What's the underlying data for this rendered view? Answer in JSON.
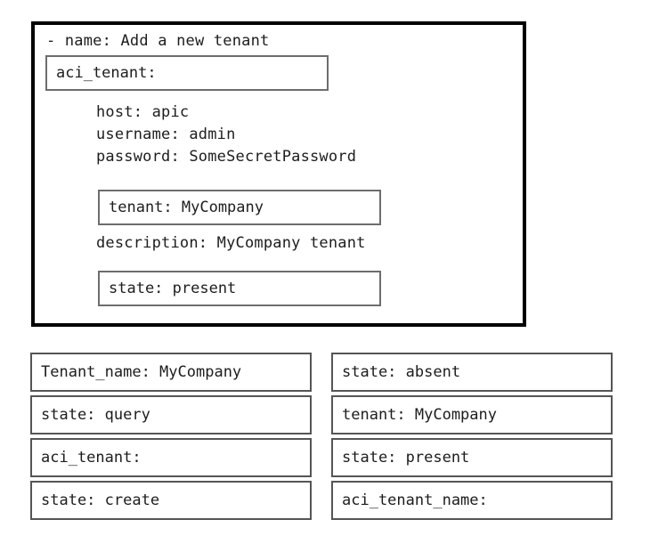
{
  "playbook": {
    "lines": [
      {
        "id": "name",
        "text": "- name: Add a new tenant"
      },
      {
        "id": "host",
        "text": "host: apic"
      },
      {
        "id": "username",
        "text": "username: admin"
      },
      {
        "id": "password",
        "text": "password: SomeSecretPassword"
      },
      {
        "id": "description",
        "text": "description: MyCompany tenant"
      }
    ],
    "drop_targets": [
      {
        "id": "module",
        "filled_text": "aci_tenant:"
      },
      {
        "id": "tenant",
        "filled_text": "tenant: MyCompany"
      },
      {
        "id": "state",
        "filled_text": "state: present"
      }
    ]
  },
  "options": {
    "left_column": [
      {
        "label": "Tenant_name: MyCompany"
      },
      {
        "label": "state: query"
      },
      {
        "label": "aci_tenant:"
      },
      {
        "label": "state: create"
      }
    ],
    "right_column": [
      {
        "label": "state: absent"
      },
      {
        "label": "tenant: MyCompany"
      },
      {
        "label": "state: present"
      },
      {
        "label": "aci_tenant_name:"
      }
    ]
  },
  "colors": {
    "panel_border": "#000000",
    "box_border": "#555555",
    "text": "#1d1d1d",
    "background": "#ffffff"
  }
}
